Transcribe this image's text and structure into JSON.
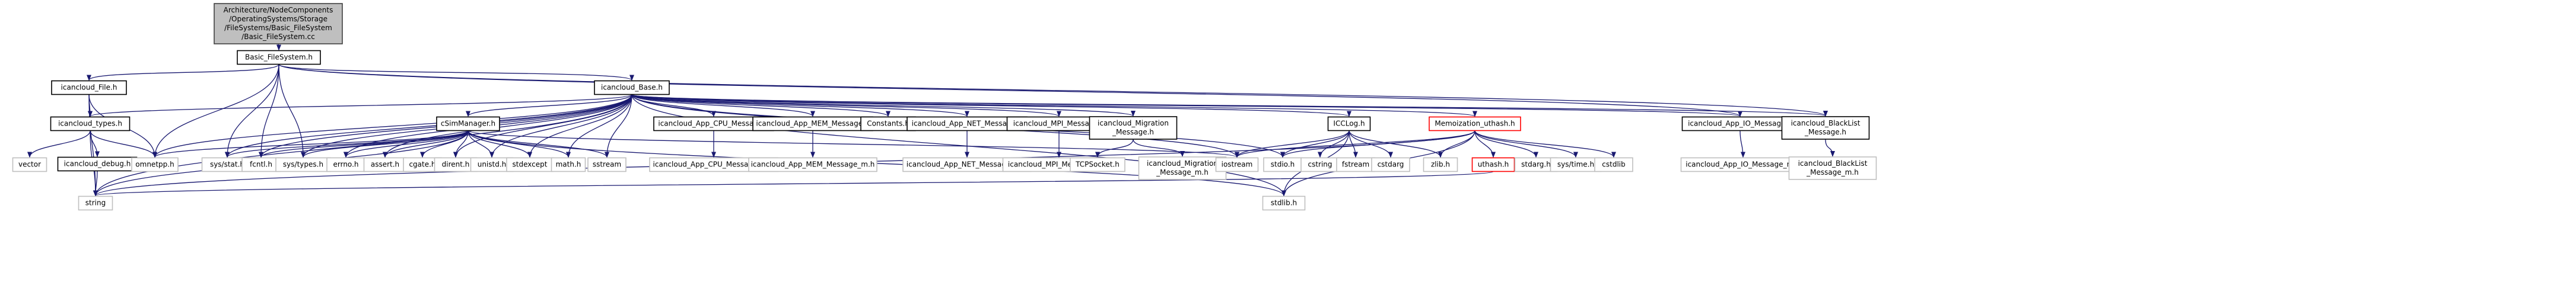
{
  "graph": {
    "colors": {
      "edge": "#191970",
      "node_border": "#bfbfbf",
      "node_fill": "#ffffff",
      "root_fill": "#bfbfbf",
      "root_border": "#404040",
      "documented_border": "#000000",
      "missing_border": "#ff0000"
    },
    "nodes": [
      {
        "id": "root",
        "kind": "root",
        "lines": [
          "Architecture/NodeComponents",
          "/OperatingSystems/Storage",
          "/FileSystems/Basic_FileSystem",
          "/Basic_FileSystem.cc"
        ]
      },
      {
        "id": "basic_fs_h",
        "kind": "documented",
        "lines": [
          "Basic_FileSystem.h"
        ]
      },
      {
        "id": "icancloud_file_h",
        "kind": "documented",
        "lines": [
          "icancloud_File.h"
        ]
      },
      {
        "id": "icancloud_base_h",
        "kind": "documented",
        "lines": [
          "icancloud_Base.h"
        ]
      },
      {
        "id": "icancloud_types_h",
        "kind": "documented",
        "lines": [
          "icancloud_types.h"
        ]
      },
      {
        "id": "csimmanager_h",
        "kind": "documented",
        "lines": [
          "cSimManager.h"
        ]
      },
      {
        "id": "cpu_msg_h",
        "kind": "documented",
        "lines": [
          "icancloud_App_CPU_Message.h"
        ]
      },
      {
        "id": "mem_msg_h",
        "kind": "documented",
        "lines": [
          "icancloud_App_MEM_Message.h"
        ]
      },
      {
        "id": "constants_h",
        "kind": "documented",
        "lines": [
          "Constants.h"
        ]
      },
      {
        "id": "net_msg_h",
        "kind": "documented",
        "lines": [
          "icancloud_App_NET_Message.h"
        ]
      },
      {
        "id": "mpi_msg_h",
        "kind": "documented",
        "lines": [
          "icancloud_MPI_Message.h"
        ]
      },
      {
        "id": "migration_msg_h",
        "kind": "documented",
        "lines": [
          "icancloud_Migration",
          "_Message.h"
        ]
      },
      {
        "id": "icclog_h",
        "kind": "documented",
        "lines": [
          "ICCLog.h"
        ]
      },
      {
        "id": "memoization_h",
        "kind": "missing",
        "lines": [
          "Memoization_uthash.h"
        ]
      },
      {
        "id": "io_msg_h",
        "kind": "documented",
        "lines": [
          "icancloud_App_IO_Message.h"
        ]
      },
      {
        "id": "blacklist_h",
        "kind": "documented",
        "lines": [
          "icancloud_BlackList",
          "_Message.h"
        ]
      },
      {
        "id": "icancloud_debug_h",
        "kind": "documented",
        "lines": [
          "icancloud_debug.h"
        ]
      },
      {
        "id": "vector",
        "kind": "plain",
        "lines": [
          "vector"
        ]
      },
      {
        "id": "omnetpp_h",
        "kind": "plain",
        "lines": [
          "omnetpp.h"
        ]
      },
      {
        "id": "sys_stat_h",
        "kind": "plain",
        "lines": [
          "sys/stat.h"
        ]
      },
      {
        "id": "fcntl_h",
        "kind": "plain",
        "lines": [
          "fcntl.h"
        ]
      },
      {
        "id": "sys_types_h",
        "kind": "plain",
        "lines": [
          "sys/types.h"
        ]
      },
      {
        "id": "errno_h",
        "kind": "plain",
        "lines": [
          "errno.h"
        ]
      },
      {
        "id": "assert_h",
        "kind": "plain",
        "lines": [
          "assert.h"
        ]
      },
      {
        "id": "cgate_h",
        "kind": "plain",
        "lines": [
          "cgate.h"
        ]
      },
      {
        "id": "dirent_h",
        "kind": "plain",
        "lines": [
          "dirent.h"
        ]
      },
      {
        "id": "unistd_h",
        "kind": "plain",
        "lines": [
          "unistd.h"
        ]
      },
      {
        "id": "stdexcept",
        "kind": "plain",
        "lines": [
          "stdexcept"
        ]
      },
      {
        "id": "math_h",
        "kind": "plain",
        "lines": [
          "math.h"
        ]
      },
      {
        "id": "sstream",
        "kind": "plain",
        "lines": [
          "sstream"
        ]
      },
      {
        "id": "cpu_msg_m_h",
        "kind": "plain",
        "lines": [
          "icancloud_App_CPU_Message_m.h"
        ]
      },
      {
        "id": "mem_msg_m_h",
        "kind": "plain",
        "lines": [
          "icancloud_App_MEM_Message_m.h"
        ]
      },
      {
        "id": "net_msg_m_h",
        "kind": "plain",
        "lines": [
          "icancloud_App_NET_Message_m.h"
        ]
      },
      {
        "id": "mpi_msg_m_h",
        "kind": "plain",
        "lines": [
          "icancloud_MPI_Message_m.h"
        ]
      },
      {
        "id": "tcpsocket_h",
        "kind": "plain",
        "lines": [
          "TCPSocket.h"
        ]
      },
      {
        "id": "migration_msg_m_h",
        "kind": "plain",
        "lines": [
          "icancloud_Migration",
          "_Message_m.h"
        ]
      },
      {
        "id": "iostream",
        "kind": "plain",
        "lines": [
          "iostream"
        ]
      },
      {
        "id": "stdio_h",
        "kind": "plain",
        "lines": [
          "stdio.h"
        ]
      },
      {
        "id": "cstring",
        "kind": "plain",
        "lines": [
          "cstring"
        ]
      },
      {
        "id": "fstream",
        "kind": "plain",
        "lines": [
          "fstream"
        ]
      },
      {
        "id": "cstdarg",
        "kind": "plain",
        "lines": [
          "cstdarg"
        ]
      },
      {
        "id": "zlib_h",
        "kind": "plain",
        "lines": [
          "zlib.h"
        ]
      },
      {
        "id": "uthash_h",
        "kind": "missing",
        "lines": [
          "uthash.h"
        ]
      },
      {
        "id": "stdarg_h",
        "kind": "plain",
        "lines": [
          "stdarg.h"
        ]
      },
      {
        "id": "sys_time_h",
        "kind": "plain",
        "lines": [
          "sys/time.h"
        ]
      },
      {
        "id": "cstdlib",
        "kind": "plain",
        "lines": [
          "cstdlib"
        ]
      },
      {
        "id": "io_msg_m_h",
        "kind": "plain",
        "lines": [
          "icancloud_App_IO_Message_m.h"
        ]
      },
      {
        "id": "blacklist_m_h",
        "kind": "plain",
        "lines": [
          "icancloud_BlackList",
          "_Message_m.h"
        ]
      },
      {
        "id": "string",
        "kind": "plain",
        "lines": [
          "string"
        ]
      },
      {
        "id": "stdlib_h",
        "kind": "plain",
        "lines": [
          "stdlib.h"
        ]
      }
    ],
    "edges": [
      [
        "root",
        "basic_fs_h"
      ],
      [
        "basic_fs_h",
        "icancloud_file_h"
      ],
      [
        "basic_fs_h",
        "icancloud_base_h"
      ],
      [
        "basic_fs_h",
        "io_msg_h"
      ],
      [
        "basic_fs_h",
        "blacklist_h"
      ],
      [
        "basic_fs_h",
        "omnetpp_h"
      ],
      [
        "basic_fs_h",
        "sys_stat_h"
      ],
      [
        "basic_fs_h",
        "fcntl_h"
      ],
      [
        "basic_fs_h",
        "sys_types_h"
      ],
      [
        "icancloud_file_h",
        "icancloud_types_h"
      ],
      [
        "icancloud_file_h",
        "omnetpp_h"
      ],
      [
        "icancloud_file_h",
        "string"
      ],
      [
        "icancloud_types_h",
        "vector"
      ],
      [
        "icancloud_types_h",
        "omnetpp_h"
      ],
      [
        "icancloud_types_h",
        "icancloud_debug_h"
      ],
      [
        "icancloud_types_h",
        "string"
      ],
      [
        "icancloud_debug_h",
        "string"
      ],
      [
        "icancloud_base_h",
        "icancloud_types_h"
      ],
      [
        "icancloud_base_h",
        "csimmanager_h"
      ],
      [
        "icancloud_base_h",
        "cpu_msg_h"
      ],
      [
        "icancloud_base_h",
        "mem_msg_h"
      ],
      [
        "icancloud_base_h",
        "constants_h"
      ],
      [
        "icancloud_base_h",
        "net_msg_h"
      ],
      [
        "icancloud_base_h",
        "mpi_msg_h"
      ],
      [
        "icancloud_base_h",
        "migration_msg_h"
      ],
      [
        "icancloud_base_h",
        "icclog_h"
      ],
      [
        "icancloud_base_h",
        "memoization_h"
      ],
      [
        "icancloud_base_h",
        "io_msg_h"
      ],
      [
        "icancloud_base_h",
        "blacklist_h"
      ],
      [
        "icancloud_base_h",
        "omnetpp_h"
      ],
      [
        "icancloud_base_h",
        "sys_stat_h"
      ],
      [
        "icancloud_base_h",
        "fcntl_h"
      ],
      [
        "icancloud_base_h",
        "sys_types_h"
      ],
      [
        "icancloud_base_h",
        "errno_h"
      ],
      [
        "icancloud_base_h",
        "assert_h"
      ],
      [
        "icancloud_base_h",
        "dirent_h"
      ],
      [
        "icancloud_base_h",
        "unistd_h"
      ],
      [
        "icancloud_base_h",
        "stdexcept"
      ],
      [
        "icancloud_base_h",
        "math_h"
      ],
      [
        "icancloud_base_h",
        "sstream"
      ],
      [
        "icancloud_base_h",
        "iostream"
      ],
      [
        "icancloud_base_h",
        "stdio_h"
      ],
      [
        "icancloud_base_h",
        "string"
      ],
      [
        "icancloud_base_h",
        "stdlib_h"
      ],
      [
        "csimmanager_h",
        "omnetpp_h"
      ],
      [
        "csimmanager_h",
        "sys_stat_h"
      ],
      [
        "csimmanager_h",
        "fcntl_h"
      ],
      [
        "csimmanager_h",
        "sys_types_h"
      ],
      [
        "csimmanager_h",
        "errno_h"
      ],
      [
        "csimmanager_h",
        "assert_h"
      ],
      [
        "csimmanager_h",
        "cgate_h"
      ],
      [
        "csimmanager_h",
        "dirent_h"
      ],
      [
        "csimmanager_h",
        "unistd_h"
      ],
      [
        "csimmanager_h",
        "stdexcept"
      ],
      [
        "csimmanager_h",
        "math_h"
      ],
      [
        "csimmanager_h",
        "sstream"
      ],
      [
        "csimmanager_h",
        "iostream"
      ],
      [
        "csimmanager_h",
        "string"
      ],
      [
        "csimmanager_h",
        "stdlib_h"
      ],
      [
        "cpu_msg_h",
        "cpu_msg_m_h"
      ],
      [
        "mem_msg_h",
        "mem_msg_m_h"
      ],
      [
        "net_msg_h",
        "net_msg_m_h"
      ],
      [
        "mpi_msg_h",
        "mpi_msg_m_h"
      ],
      [
        "migration_msg_h",
        "tcpsocket_h"
      ],
      [
        "migration_msg_h",
        "migration_msg_m_h"
      ],
      [
        "icclog_h",
        "iostream"
      ],
      [
        "icclog_h",
        "stdio_h"
      ],
      [
        "icclog_h",
        "cstring"
      ],
      [
        "icclog_h",
        "fstream"
      ],
      [
        "icclog_h",
        "cstdarg"
      ],
      [
        "icclog_h",
        "zlib_h"
      ],
      [
        "icclog_h",
        "stdlib_h"
      ],
      [
        "memoization_h",
        "iostream"
      ],
      [
        "memoization_h",
        "stdio_h"
      ],
      [
        "memoization_h",
        "zlib_h"
      ],
      [
        "memoization_h",
        "uthash_h"
      ],
      [
        "memoization_h",
        "stdarg_h"
      ],
      [
        "memoization_h",
        "sys_time_h"
      ],
      [
        "memoization_h",
        "cstdlib"
      ],
      [
        "memoization_h",
        "string"
      ],
      [
        "memoization_h",
        "stdlib_h"
      ],
      [
        "uthash_h",
        "string"
      ],
      [
        "io_msg_h",
        "io_msg_m_h"
      ],
      [
        "blacklist_h",
        "blacklist_m_h"
      ]
    ]
  }
}
